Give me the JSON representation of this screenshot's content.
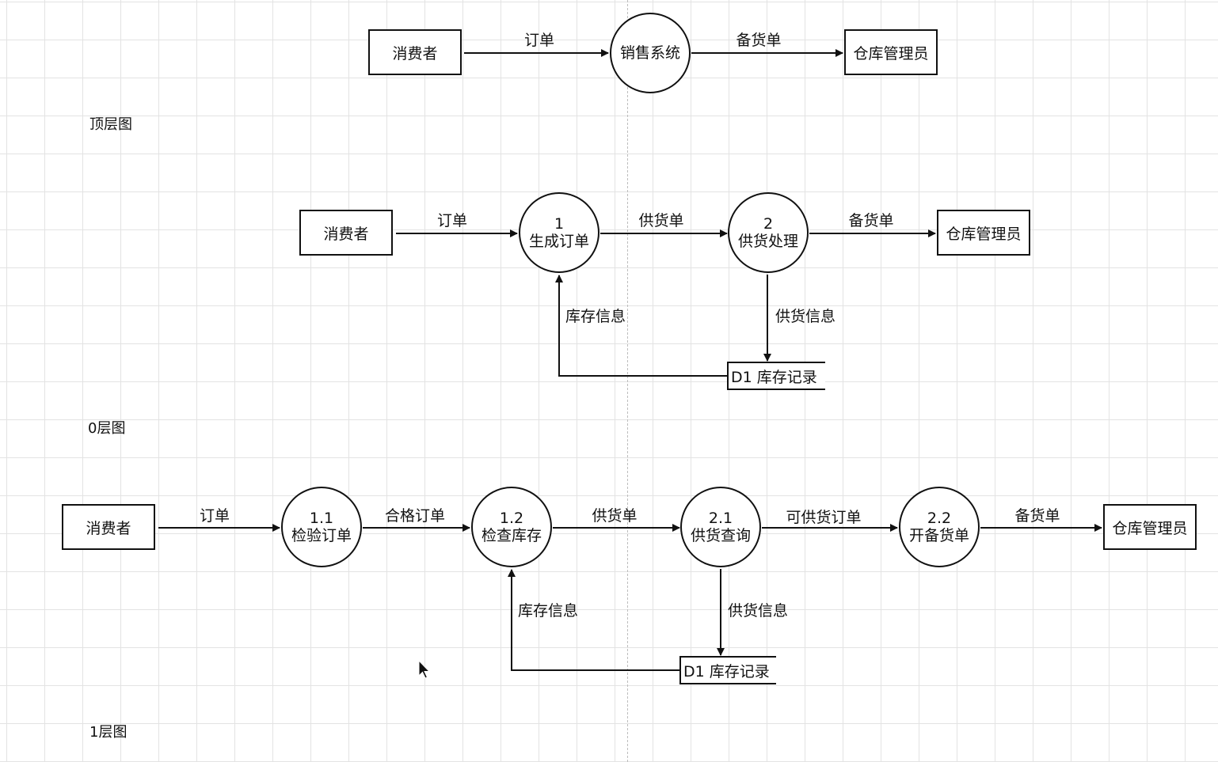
{
  "top_level": {
    "title": "顶层图",
    "consumer": "消费者",
    "system": "销售系统",
    "warehouse": "仓库管理员",
    "flow_order": "订单",
    "flow_stock_list": "备货单"
  },
  "level0": {
    "title": "0层图",
    "consumer": "消费者",
    "p1_num": "1",
    "p1_name": "生成订单",
    "p2_num": "2",
    "p2_name": "供货处理",
    "warehouse": "仓库管理员",
    "store": "D1 库存记录",
    "flow_order": "订单",
    "flow_supply_list": "供货单",
    "flow_stock_list": "备货单",
    "flow_stock_info": "库存信息",
    "flow_supply_info": "供货信息"
  },
  "level1": {
    "title": "1层图",
    "consumer": "消费者",
    "p11_num": "1.1",
    "p11_name": "检验订单",
    "p12_num": "1.2",
    "p12_name": "检查库存",
    "p21_num": "2.1",
    "p21_name": "供货查询",
    "p22_num": "2.2",
    "p22_name": "开备货单",
    "warehouse": "仓库管理员",
    "store": "D1 库存记录",
    "flow_order": "订单",
    "flow_valid_order": "合格订单",
    "flow_supply_list": "供货单",
    "flow_supplyable_order": "可供货订单",
    "flow_stock_list": "备货单",
    "flow_stock_info": "库存信息",
    "flow_supply_info": "供货信息"
  }
}
